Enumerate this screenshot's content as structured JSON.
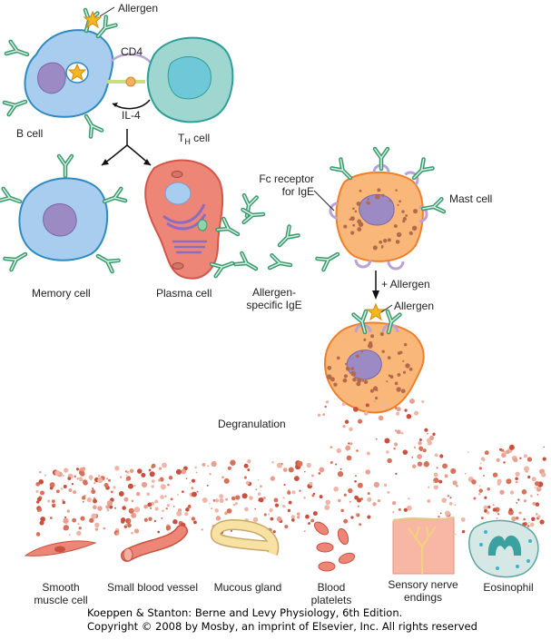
{
  "figure": {
    "labels": {
      "allergen_top": "Allergen",
      "cd4": "CD4",
      "il4": "IL-4",
      "b_cell": "B cell",
      "th_cell_main": "T",
      "th_cell_sub": "H",
      "th_cell_suffix": " cell",
      "memory_cell": "Memory cell",
      "plasma_cell": "Plasma cell",
      "fc_receptor_line1": "Fc receptor",
      "fc_receptor_line2": "for IgE",
      "mast_cell": "Mast cell",
      "allergen_specific_line1": "Allergen-",
      "allergen_specific_line2": "specific IgE",
      "plus_allergen": "+ Allergen",
      "allergen_bound": "Allergen",
      "degranulation": "Degranulation"
    },
    "targets": [
      {
        "line1": "Smooth",
        "line2": "muscle cell"
      },
      {
        "line1": "Small blood vessel",
        "line2": ""
      },
      {
        "line1": "Mucous gland",
        "line2": ""
      },
      {
        "line1": "Blood",
        "line2": "platelets"
      },
      {
        "line1": "Sensory nerve",
        "line2": "endings"
      },
      {
        "line1": "Eosinophil",
        "line2": ""
      }
    ],
    "credit_line1": "Koeppen & Stanton: Berne and Levy Physiology, 6th Edition.",
    "credit_line2": "Copyright © 2008 by Mosby, an imprint of Elsevier, Inc. All rights reserved"
  },
  "colors": {
    "antibody": "#3a9a6e",
    "b_cell_fill": "#a9cdef",
    "b_cell_stroke": "#2e8bc0",
    "nucleus": "#9b8ac4",
    "th_cell_fill": "#9fd6d0",
    "th_nucleus": "#6fc8d8",
    "plasma_fill": "#ee8678",
    "mast_fill": "#f9b77a",
    "mast_stroke": "#ef7f2a",
    "granule": "#d46a55",
    "receptor": "#b9a2d6",
    "allergen": "#f2b21e"
  }
}
